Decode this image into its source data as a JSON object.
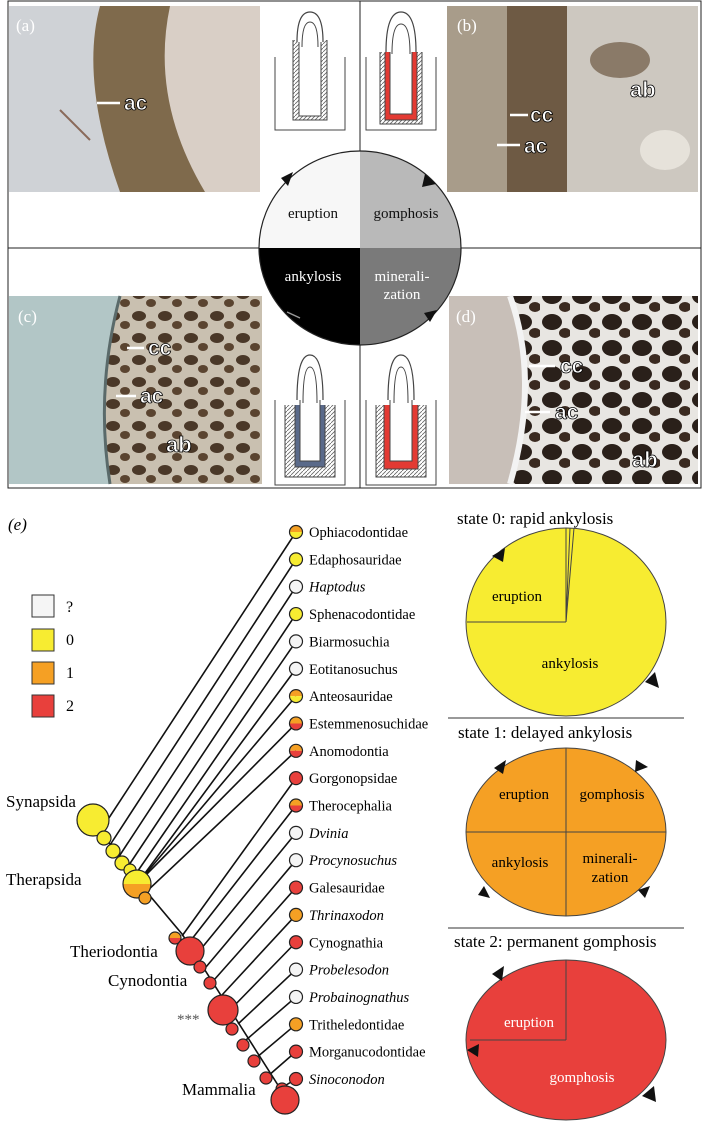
{
  "panel_labels": {
    "a": "(a)",
    "b": "(b)",
    "c": "(c)",
    "d": "(d)",
    "e": "(e)"
  },
  "photo_labels": {
    "ac": "ac",
    "cc": "cc",
    "ab": "ab"
  },
  "cycle_labels": {
    "eruption": "eruption",
    "gomphosis": "gomphosis",
    "ankylosis": "ankylosis",
    "mineral_1": "minerali-",
    "mineral_2": "zation"
  },
  "legend": [
    {
      "label": "?",
      "color": "#f5f5f5"
    },
    {
      "label": "0",
      "color": "#f7ec31"
    },
    {
      "label": "1",
      "color": "#f5a024"
    },
    {
      "label": "2",
      "color": "#e8403c"
    }
  ],
  "clades": {
    "synapsida": "Synapsida",
    "therapsida": "Therapsida",
    "theriodontia": "Theriodontia",
    "cynodontia": "Cynodontia",
    "mammalia": "Mammalia",
    "stars": "***"
  },
  "taxa": [
    {
      "name": "Ophiacodontidae",
      "italic": false,
      "state": "1/0"
    },
    {
      "name": "Edaphosauridae",
      "italic": false,
      "state": "0"
    },
    {
      "name": "Haptodus",
      "italic": true,
      "state": "?"
    },
    {
      "name": "Sphenacodontidae",
      "italic": false,
      "state": "0"
    },
    {
      "name": "Biarmosuchia",
      "italic": false,
      "state": "?"
    },
    {
      "name": "Eotitanosuchus",
      "italic": false,
      "state": "?"
    },
    {
      "name": "Anteosauridae",
      "italic": false,
      "state": "1/0"
    },
    {
      "name": "Estemmenosuchidae",
      "italic": false,
      "state": "1/2"
    },
    {
      "name": "Anomodontia",
      "italic": false,
      "state": "1/2"
    },
    {
      "name": "Gorgonopsidae",
      "italic": false,
      "state": "2"
    },
    {
      "name": "Therocephalia",
      "italic": false,
      "state": "1/2"
    },
    {
      "name": "Dvinia",
      "italic": true,
      "state": "?"
    },
    {
      "name": "Procynosuchus",
      "italic": true,
      "state": "?"
    },
    {
      "name": "Galesauridae",
      "italic": false,
      "state": "2"
    },
    {
      "name": "Thrinaxodon",
      "italic": true,
      "state": "1"
    },
    {
      "name": "Cynognathia",
      "italic": false,
      "state": "2"
    },
    {
      "name": "Probelesodon",
      "italic": true,
      "state": "?"
    },
    {
      "name": "Probainognathus",
      "italic": true,
      "state": "?"
    },
    {
      "name": "Tritheledontidae",
      "italic": false,
      "state": "1"
    },
    {
      "name": "Morganucodontidae",
      "italic": false,
      "state": "2"
    },
    {
      "name": "Sinoconodon",
      "italic": true,
      "state": "2"
    }
  ],
  "states": [
    {
      "title": "state 0: rapid ankylosis",
      "labels": [
        "eruption",
        "ankylosis"
      ]
    },
    {
      "title": "state 1: delayed ankylosis",
      "labels": [
        "eruption",
        "gomphosis",
        "ankylosis",
        "minerali-",
        "zation"
      ]
    },
    {
      "title": "state 2: permanent gomphosis",
      "labels": [
        "eruption",
        "gomphosis"
      ]
    }
  ]
}
